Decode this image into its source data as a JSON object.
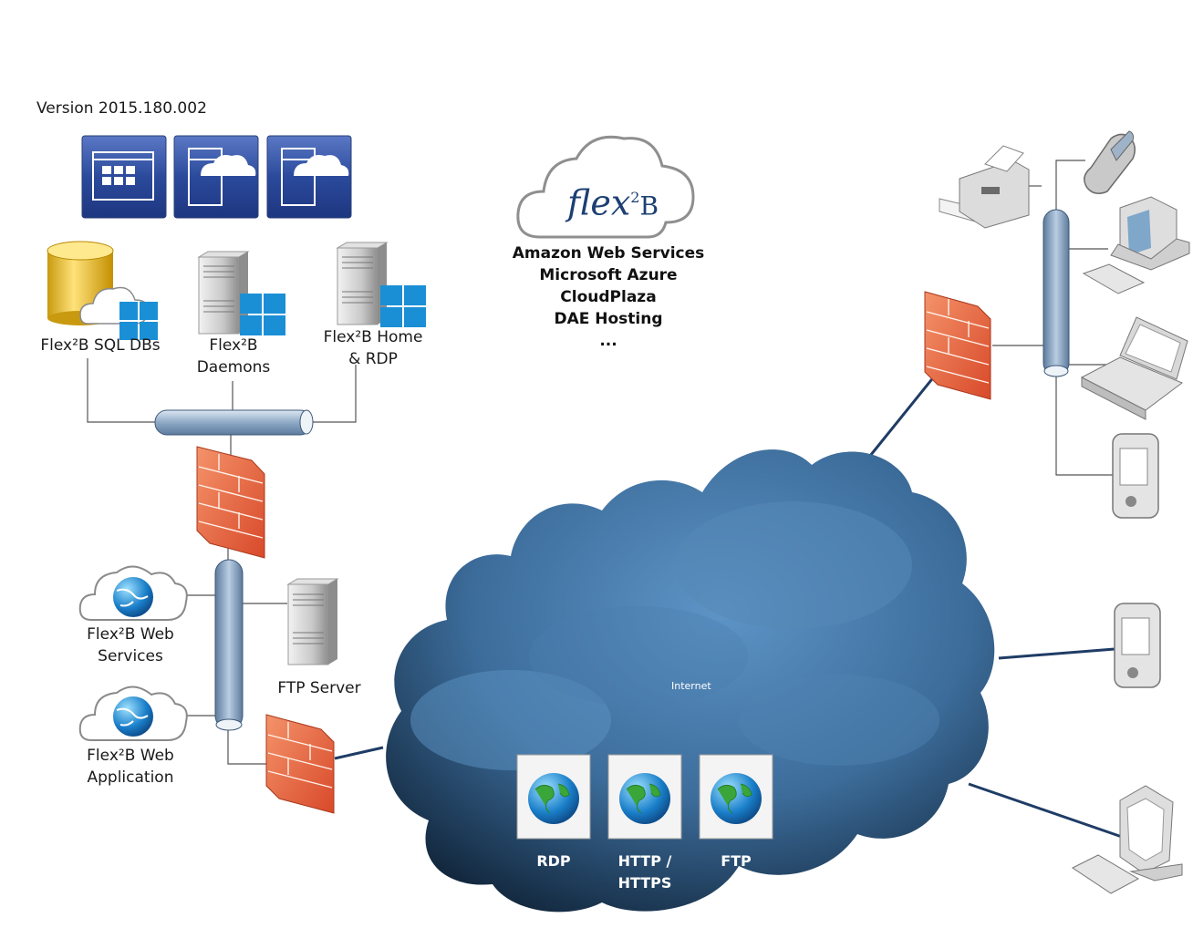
{
  "version_label": "Version 2015.180.002",
  "brand": {
    "logo_text": "flex",
    "logo_sup": "2",
    "logo_tail": "B"
  },
  "hosting": {
    "providers": [
      "Amazon Web Services",
      "Microsoft Azure",
      "CloudPlaza",
      "DAE Hosting",
      "..."
    ]
  },
  "servers": {
    "sql": {
      "line1": "Flex²B SQL DBs"
    },
    "daemons": {
      "line1": "Flex²B",
      "line2": "Daemons"
    },
    "home": {
      "line1": "Flex²B Home",
      "line2": "& RDP"
    }
  },
  "web_services": {
    "line1": "Flex²B Web",
    "line2": "Services"
  },
  "web_application": {
    "line1": "Flex²B Web",
    "line2": "Application"
  },
  "ftp_server": {
    "label": "FTP Server"
  },
  "internet": {
    "label": "Internet"
  },
  "protocols": [
    {
      "line1": "RDP",
      "line2": ""
    },
    {
      "line1": "HTTP /",
      "line2": "HTTPS"
    },
    {
      "line1": "FTP",
      "line2": ""
    }
  ],
  "colors": {
    "tile_blue": "#2b4a9c",
    "cloud_dark": "#1f3b5a",
    "cloud_mid": "#4a7fae",
    "firewall": "#e8603a",
    "bus": "#9fb6cf",
    "link": "#1f3c66"
  }
}
